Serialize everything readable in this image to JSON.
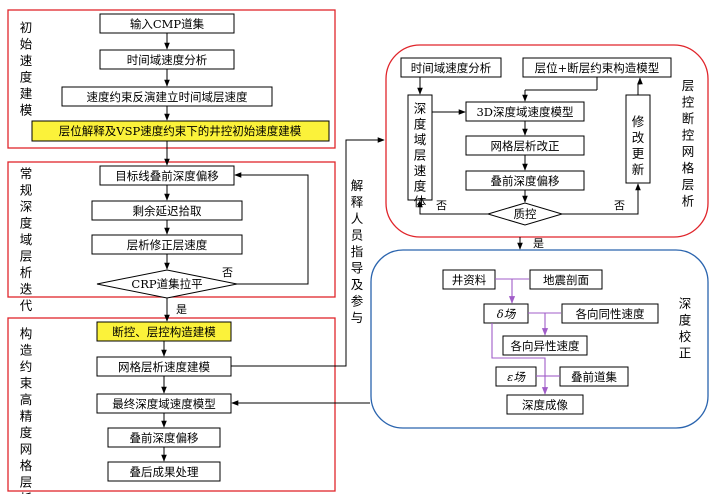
{
  "sections": {
    "initial": "初始速度建模",
    "conventional": "常规深度域层析迭代",
    "constrained": "构造约束高精度网格层析",
    "layer_grid": "层控断控网格层析",
    "depth_calib": "深度校正",
    "interpreter": "解释人员指导及参与"
  },
  "left": {
    "b1": "输入CMP道集",
    "b2": "时间域速度分析",
    "b3": "速度约束反演建立时间域层速度",
    "b4": "层位解释及VSP速度约束下的井控初始速度建模",
    "b5": "目标线叠前深度偏移",
    "b6": "剩余延迟拾取",
    "b7": "层析修正层速度",
    "d1": "CRP道集拉平",
    "b8": "断控、层控构造建模",
    "b9": "网格层析速度建模",
    "b10": "最终深度域速度模型",
    "b11": "叠前深度偏移",
    "b12": "叠后成果处理"
  },
  "right_top": {
    "t1": "时间域速度分析",
    "t2": "层位+断层约束构造模型",
    "t3": "3D深度域速度模型",
    "t4": "网格层析改正",
    "t5": "叠前深度偏移",
    "left_vbox": "深度域层速度体",
    "right_vbox": "修改更新",
    "diamond": "质控"
  },
  "right_bottom": {
    "r1": "井资料",
    "r2": "地震剖面",
    "r3": "δ场",
    "r4": "各向同性速度",
    "r5": "各向异性速度",
    "r6": "ε场",
    "r7": "叠前道集",
    "r8": "深度成像"
  },
  "labels": {
    "no": "否",
    "yes": "是"
  },
  "colors": {
    "red": "#e0252b",
    "blue": "#2a64ae",
    "yellow": "#fbf23a",
    "purple": "#a05cc8"
  }
}
